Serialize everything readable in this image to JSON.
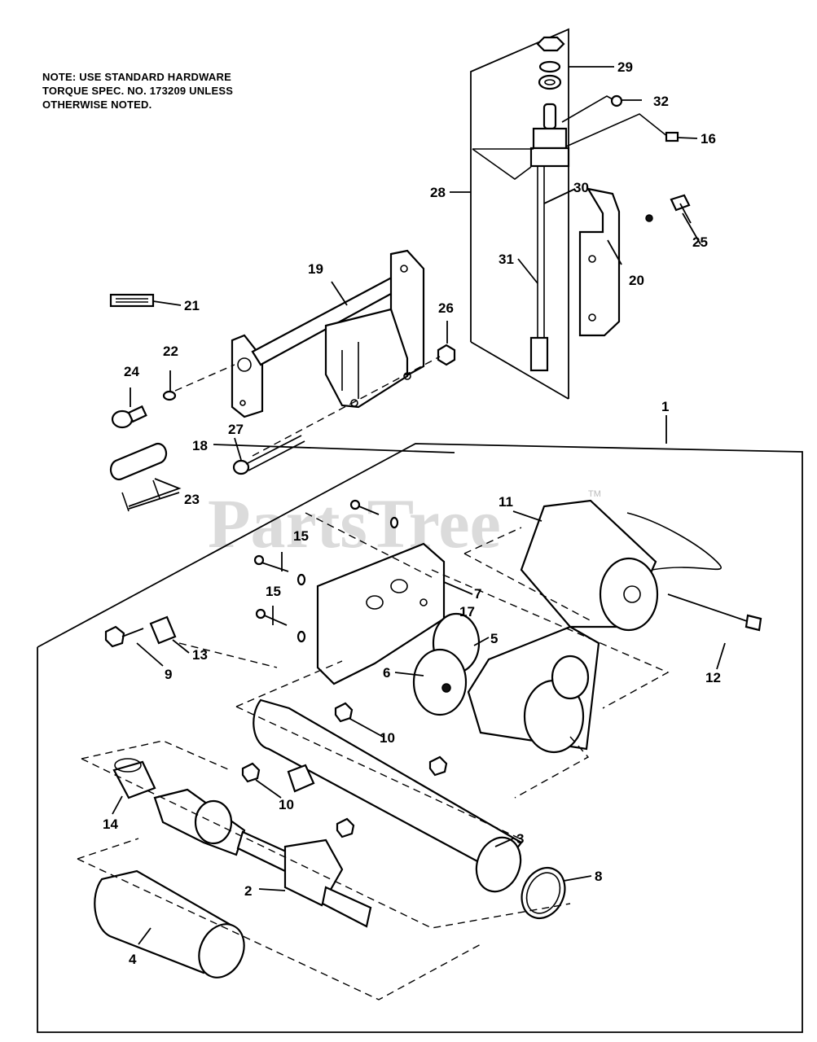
{
  "note": {
    "lines": [
      "NOTE:  USE STANDARD HARDWARE",
      "TORQUE SPEC. NO. 173209 UNLESS",
      "OTHERWISE NOTED."
    ]
  },
  "watermark": {
    "text": "PartsTree",
    "tm": "TM"
  },
  "callouts": {
    "c1": "1",
    "c2": "2",
    "c3": "3",
    "c4": "4",
    "c5": "5",
    "c6": "6",
    "c7": "7",
    "c8": "8",
    "c9": "9",
    "c10a": "10",
    "c10b": "10",
    "c11": "11",
    "c12": "12",
    "c13": "13",
    "c14": "14",
    "c15a": "15",
    "c15b": "15",
    "c16": "16",
    "c17": "17",
    "c18": "18",
    "c19": "19",
    "c20": "20",
    "c21": "21",
    "c22": "22",
    "c23": "23",
    "c24": "24",
    "c25": "25",
    "c26": "26",
    "c27": "27",
    "c28": "28",
    "c29": "29",
    "c30": "30",
    "c31": "31",
    "c32": "32"
  }
}
